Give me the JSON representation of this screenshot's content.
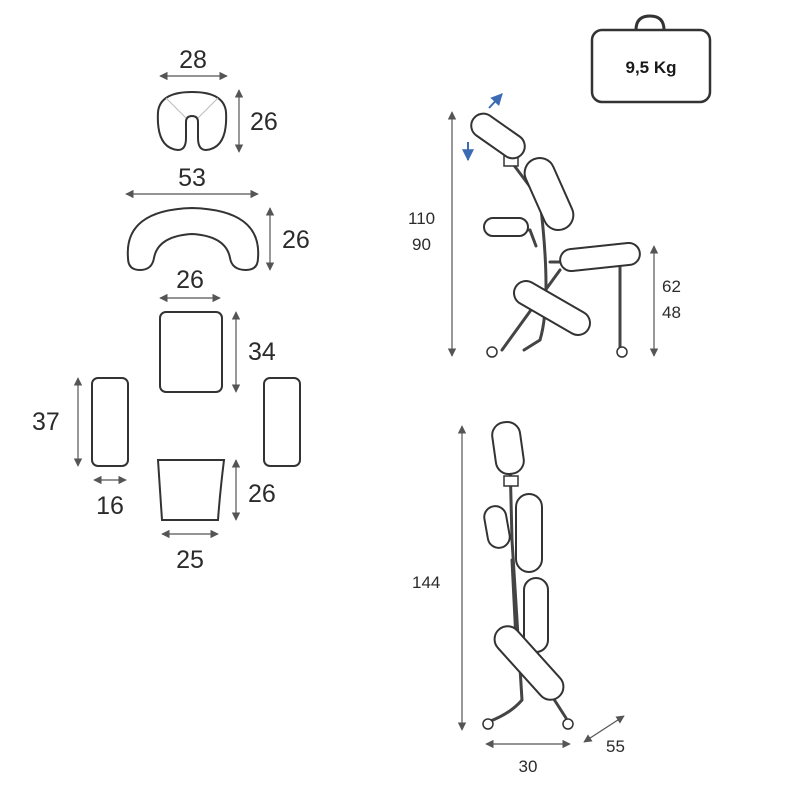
{
  "weight_label": "9,5 Kg",
  "parts": {
    "face_cradle": {
      "width": "28",
      "height": "26"
    },
    "chest_pad": {
      "width": "53",
      "height": "26"
    },
    "seat_pad": {
      "width": "26",
      "height": "34"
    },
    "arm_pads": {
      "height": "37",
      "width": "16"
    },
    "knee_pad": {
      "height": "26",
      "width": "25"
    }
  },
  "side_view": {
    "height_max": "110",
    "height_min": "90",
    "seat_height_max": "62",
    "seat_height_min": "48"
  },
  "folded_view": {
    "height": "144",
    "depth": "30",
    "width": "55"
  },
  "colors": {
    "arrow_accent": "#3b6bb3",
    "line": "#333333"
  }
}
